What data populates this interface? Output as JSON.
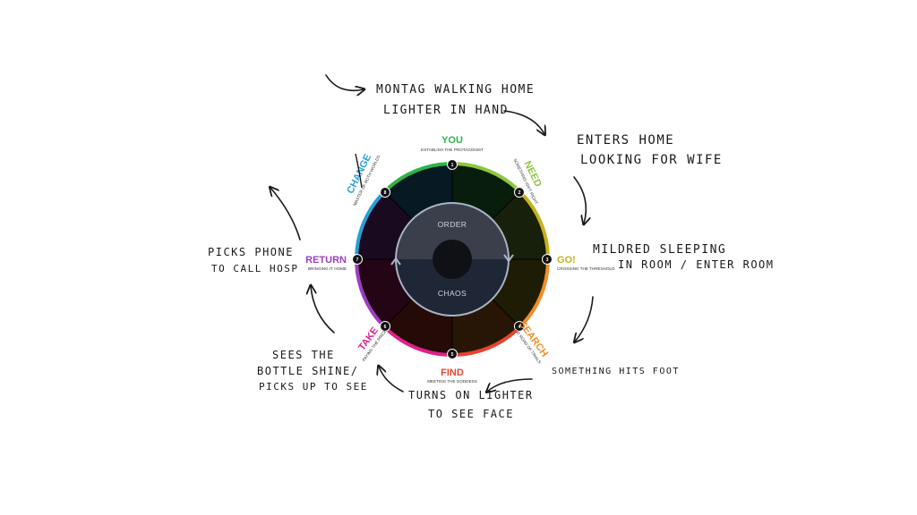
{
  "center": {
    "top": "ORDER",
    "bottom": "CHAOS"
  },
  "stages": [
    {
      "n": "1",
      "title": "YOU",
      "subtitle": "ESTABLISH THE PROTAGONIST",
      "color": "#2fb34a"
    },
    {
      "n": "2",
      "title": "NEED",
      "subtitle": "SOMETHING ISN'T RIGHT",
      "color": "#8dc63f"
    },
    {
      "n": "3",
      "title": "GO!",
      "subtitle": "CROSSING THE THRESHOLD",
      "color": "#c4b21e"
    },
    {
      "n": "4",
      "title": "SEARCH",
      "subtitle": "THE ROAD OF TRIALS",
      "color": "#f28c28"
    },
    {
      "n": "5",
      "title": "FIND",
      "subtitle": "MEETING THE GODDESS",
      "color": "#e8432e"
    },
    {
      "n": "6",
      "title": "TAKE",
      "subtitle": "PAYING THE PRICE",
      "color": "#e0218a"
    },
    {
      "n": "7",
      "title": "RETURN",
      "subtitle": "BRINGING IT HOME",
      "color": "#9b3fbf"
    },
    {
      "n": "8",
      "title": "CHANGE",
      "subtitle": "MASTER OF BOTH WORLDS",
      "color": "#2a9fd6"
    }
  ],
  "notes": {
    "n1": {
      "line1": "MONTAG WALKING HOME",
      "line2": "LIGHTER IN HAND"
    },
    "n2": {
      "line1": "ENTERS HOME",
      "line2": "LOOKING FOR WIFE"
    },
    "n3": {
      "line1": "MILDRED SLEEPING",
      "line2": "IN ROOM / ENTER ROOM"
    },
    "n4": {
      "line1": "SOMETHING HITS FOOT"
    },
    "n5": {
      "line1": "TURNS ON LIGHTER",
      "line2": "TO SEE FACE"
    },
    "n6": {
      "line1": "SEES THE",
      "line2": "BOTTLE SHINE/",
      "line3": "PICKS UP TO SEE"
    },
    "n7": {
      "line1": "PICKS PHONE",
      "line2": "TO CALL HOSP"
    }
  }
}
